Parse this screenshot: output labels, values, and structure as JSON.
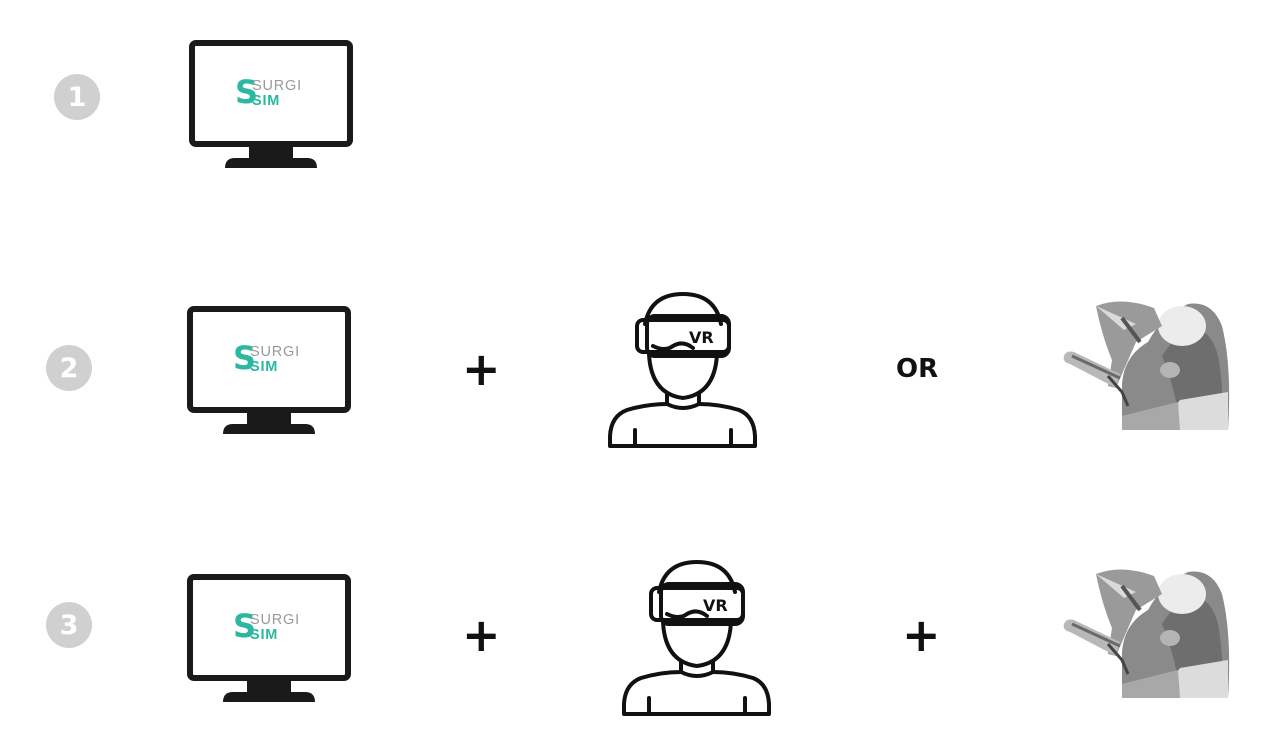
{
  "steps": [
    {
      "number": "1",
      "items": [
        "monitor"
      ]
    },
    {
      "number": "2",
      "items": [
        "monitor",
        "plus",
        "vr-headset",
        "or",
        "haptic-device"
      ]
    },
    {
      "number": "3",
      "items": [
        "monitor",
        "plus",
        "vr-headset",
        "plus",
        "haptic-device"
      ]
    }
  ],
  "logo": {
    "mark": "S",
    "line1": "SURGI",
    "line2": "SIM"
  },
  "connectors": {
    "plus": "+",
    "or": "OR"
  },
  "vr": {
    "label": "VR"
  },
  "icons": {
    "monitor": "monitor-icon",
    "vr_headset": "vr-person-icon",
    "haptic": "haptic-device-image"
  },
  "colors": {
    "badge": "#d0d0d0",
    "brand_teal": "#2bb8a0",
    "brand_gray": "#9a9a9a",
    "ink": "#111111"
  }
}
